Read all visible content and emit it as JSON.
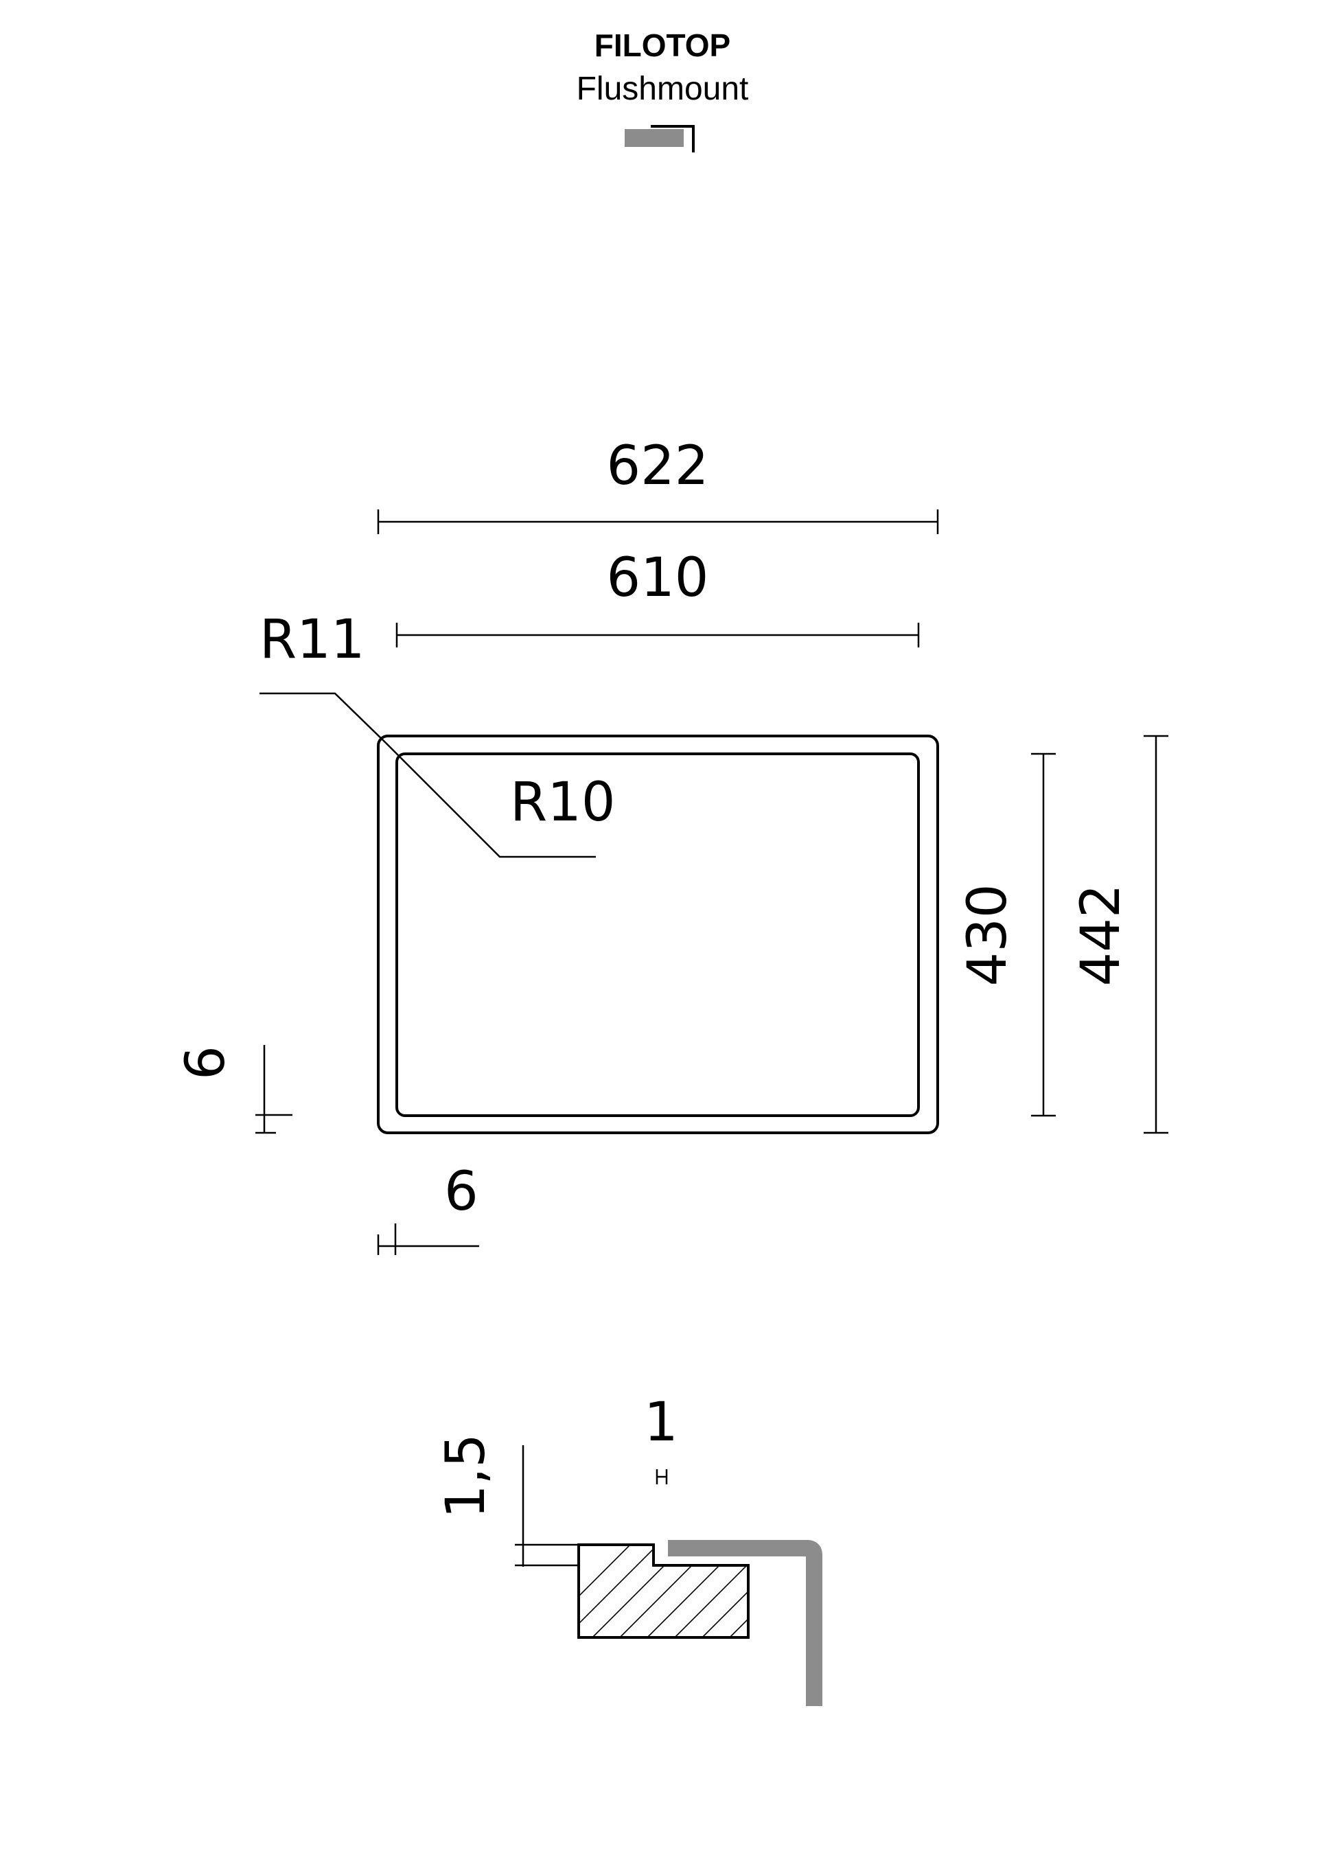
{
  "header": {
    "brand": "FILOTOP",
    "mount_type": "Flushmount"
  },
  "dimensions": {
    "outer_width": "622",
    "inner_width": "610",
    "outer_radius": "R11",
    "inner_radius": "R10",
    "inner_height": "430",
    "outer_height": "442",
    "side_rim": "6",
    "bottom_rim": "6"
  },
  "section": {
    "step_depth": "1,5",
    "gap": "1"
  },
  "colors": {
    "line": "#000000",
    "profile_grey": "#8c8c8c"
  }
}
